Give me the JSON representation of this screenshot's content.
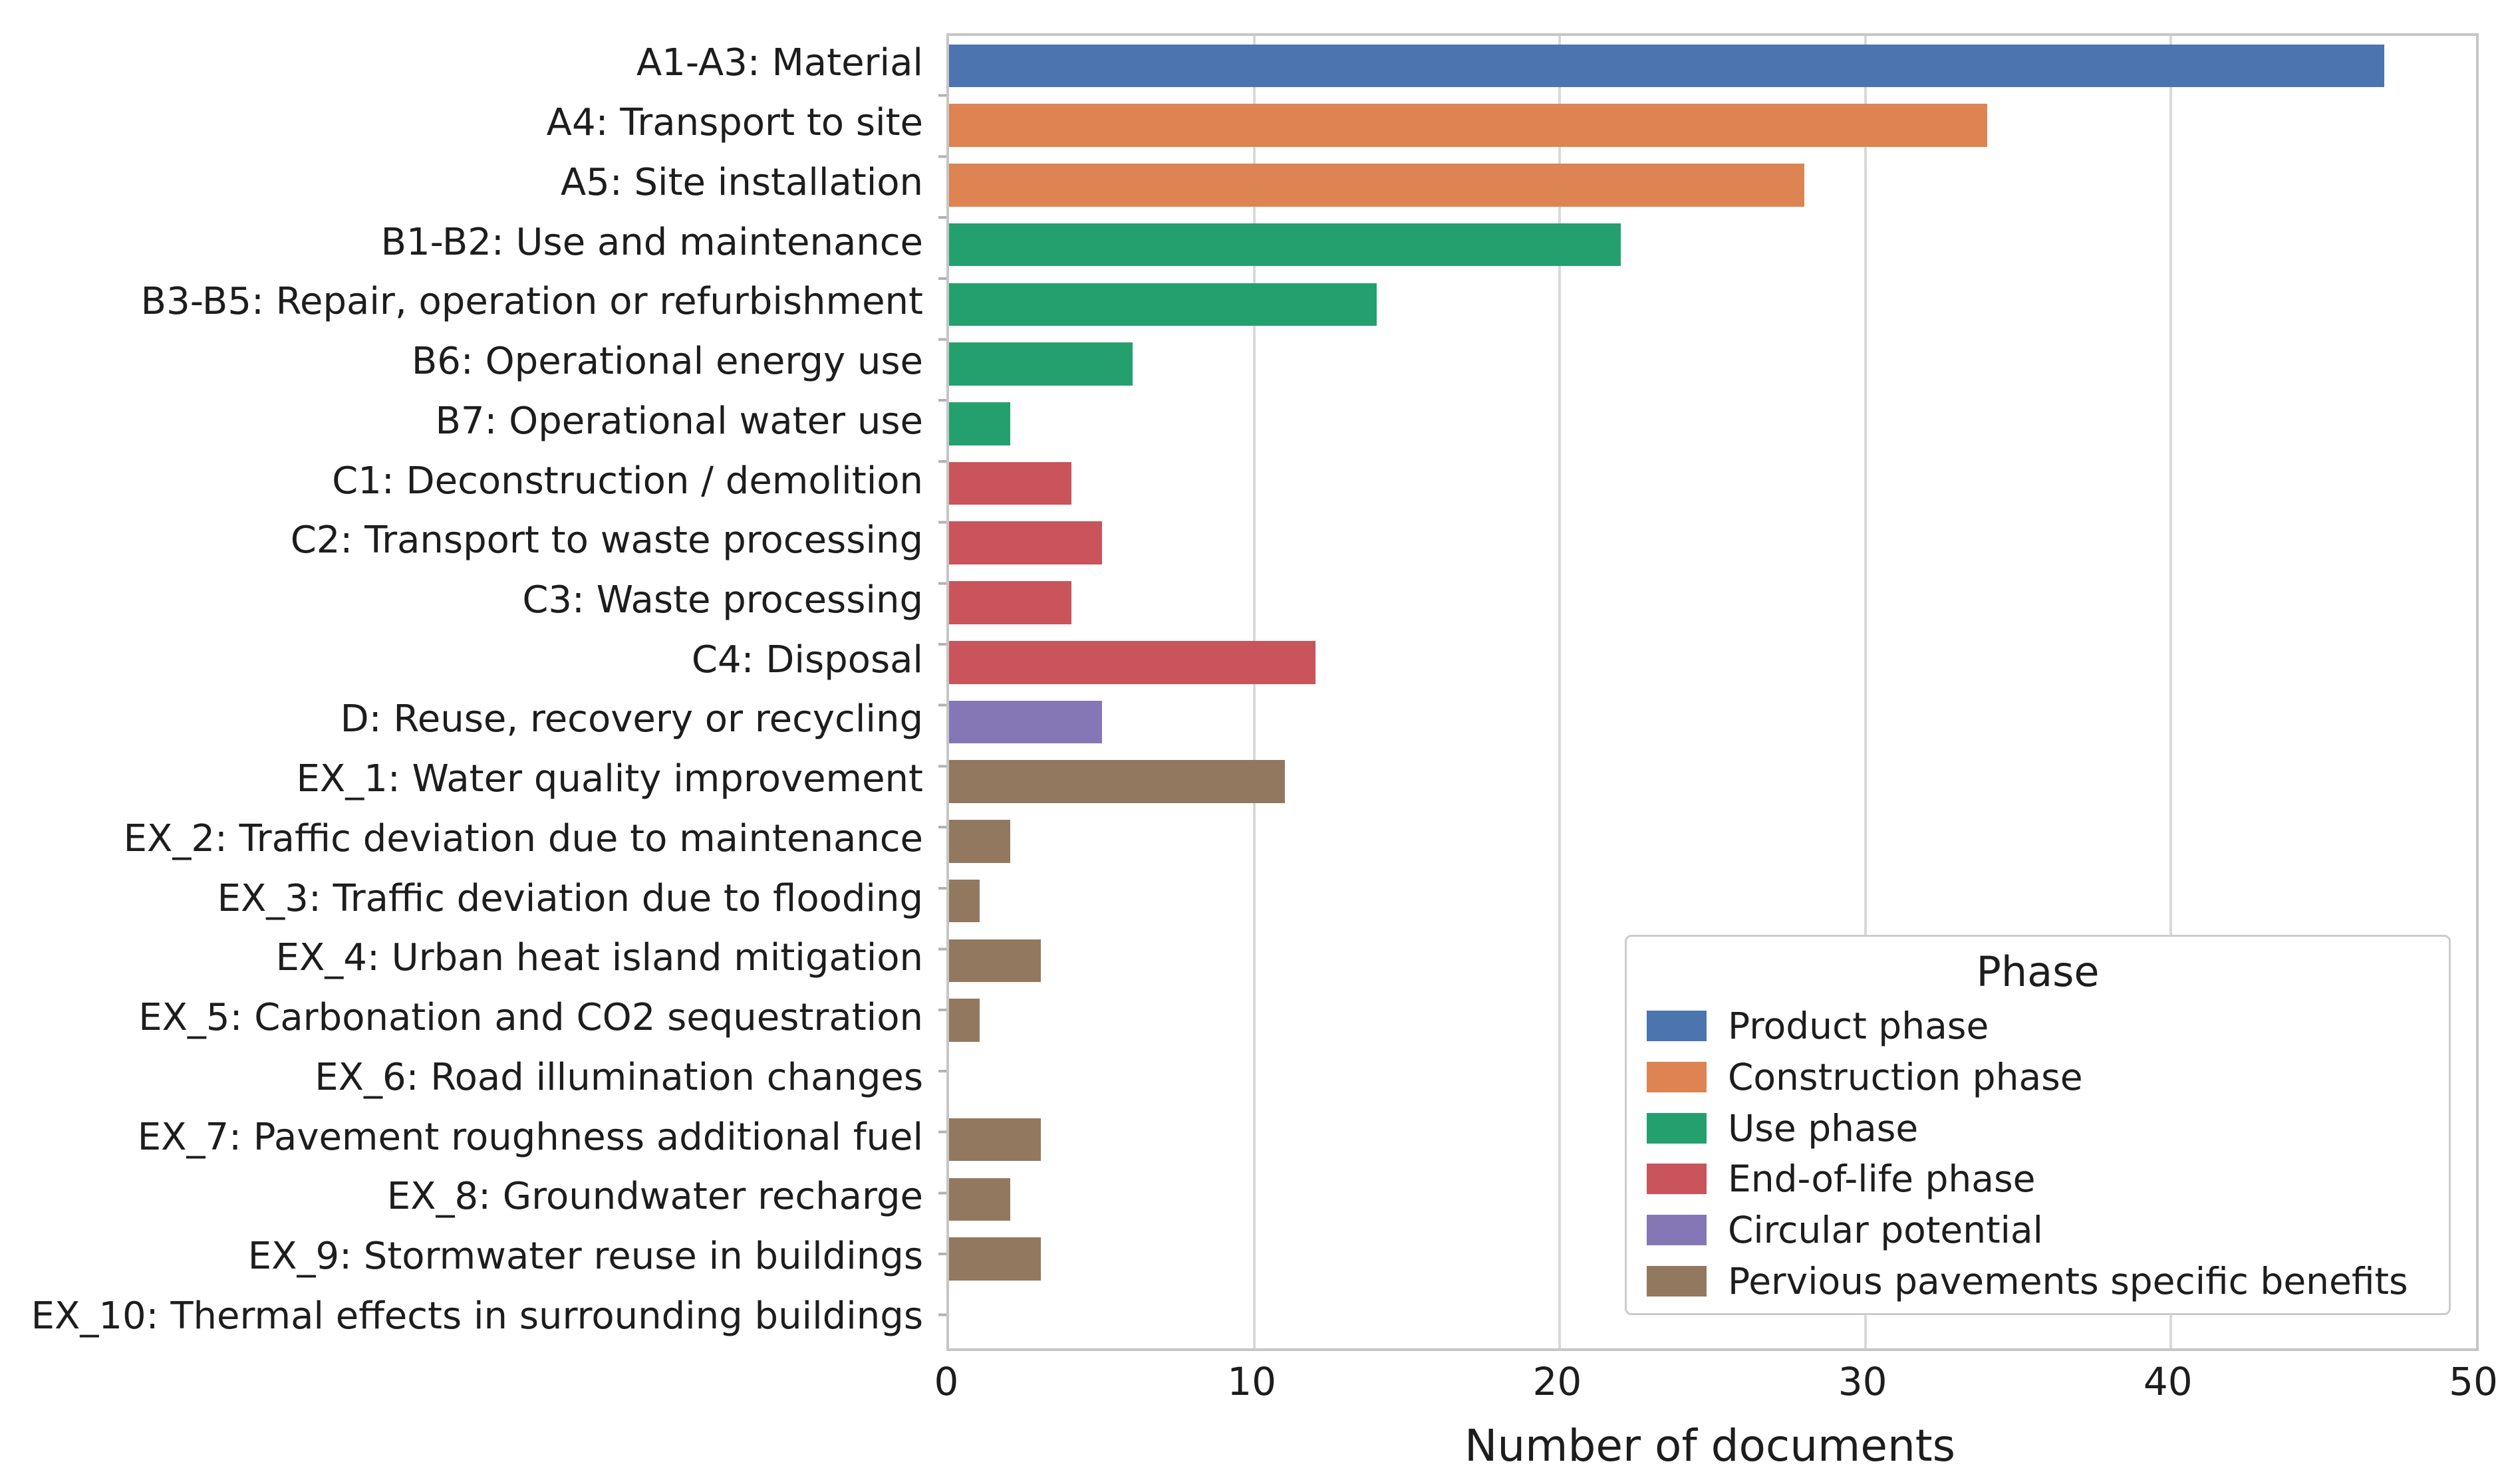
{
  "figure": {
    "background": "#ffffff",
    "text_color": "#1d1d1d",
    "grid_color": "#d9d9d9",
    "spine_color": "#c6c6c6"
  },
  "chart_data": {
    "type": "bar",
    "orientation": "horizontal",
    "xlabel": "Number of documents",
    "ylabel": "",
    "xlim": [
      0,
      50
    ],
    "xticks": [
      "0",
      "10",
      "20",
      "30",
      "40",
      "50"
    ],
    "grid": true,
    "palette": {
      "product": "#4C74AE",
      "construction": "#DD8452",
      "use": "#23A06E",
      "end_of_life": "#C9545B",
      "circular": "#8577B5",
      "pervious": "#937860"
    },
    "legend": {
      "title": "Phase",
      "position": "lower right",
      "entries": [
        {
          "label": "Product phase",
          "color": "#4C74AE"
        },
        {
          "label": "Construction phase",
          "color": "#DD8452"
        },
        {
          "label": "Use phase",
          "color": "#23A06E"
        },
        {
          "label": "End-of-life phase",
          "color": "#C9545B"
        },
        {
          "label": "Circular potential",
          "color": "#8577B5"
        },
        {
          "label": "Pervious pavements specific benefits",
          "color": "#937860"
        }
      ]
    },
    "rows": [
      {
        "label": "A1-A3: Material",
        "value": 47,
        "phase": "Product phase",
        "color": "#4C74AE"
      },
      {
        "label": "A4: Transport to site",
        "value": 34,
        "phase": "Construction phase",
        "color": "#DD8452"
      },
      {
        "label": "A5: Site installation",
        "value": 28,
        "phase": "Construction phase",
        "color": "#DD8452"
      },
      {
        "label": "B1-B2: Use and maintenance",
        "value": 22,
        "phase": "Use phase",
        "color": "#23A06E"
      },
      {
        "label": "B3-B5: Repair, operation or refurbishment",
        "value": 14,
        "phase": "Use phase",
        "color": "#23A06E"
      },
      {
        "label": "B6: Operational energy use",
        "value": 6,
        "phase": "Use phase",
        "color": "#23A06E"
      },
      {
        "label": "B7: Operational water use",
        "value": 2,
        "phase": "Use phase",
        "color": "#23A06E"
      },
      {
        "label": "C1: Deconstruction / demolition",
        "value": 4,
        "phase": "End-of-life phase",
        "color": "#C9545B"
      },
      {
        "label": "C2: Transport to waste processing",
        "value": 5,
        "phase": "End-of-life phase",
        "color": "#C9545B"
      },
      {
        "label": "C3: Waste processing",
        "value": 4,
        "phase": "End-of-life phase",
        "color": "#C9545B"
      },
      {
        "label": "C4: Disposal",
        "value": 12,
        "phase": "End-of-life phase",
        "color": "#C9545B"
      },
      {
        "label": "D: Reuse, recovery or recycling",
        "value": 5,
        "phase": "Circular potential",
        "color": "#8577B5"
      },
      {
        "label": "EX_1: Water quality improvement",
        "value": 11,
        "phase": "Pervious pavements specific benefits",
        "color": "#937860"
      },
      {
        "label": "EX_2: Traffic deviation due to maintenance",
        "value": 2,
        "phase": "Pervious pavements specific benefits",
        "color": "#937860"
      },
      {
        "label": "EX_3: Traffic deviation due to flooding",
        "value": 1,
        "phase": "Pervious pavements specific benefits",
        "color": "#937860"
      },
      {
        "label": "EX_4: Urban heat island mitigation",
        "value": 3,
        "phase": "Pervious pavements specific benefits",
        "color": "#937860"
      },
      {
        "label": "EX_5: Carbonation and CO2 sequestration",
        "value": 1,
        "phase": "Pervious pavements specific benefits",
        "color": "#937860"
      },
      {
        "label": "EX_6: Road illumination changes",
        "value": 0,
        "phase": "Pervious pavements specific benefits",
        "color": "#937860"
      },
      {
        "label": "EX_7: Pavement roughness additional fuel",
        "value": 3,
        "phase": "Pervious pavements specific benefits",
        "color": "#937860"
      },
      {
        "label": "EX_8: Groundwater recharge",
        "value": 2,
        "phase": "Pervious pavements specific benefits",
        "color": "#937860"
      },
      {
        "label": "EX_9: Stormwater reuse in buildings",
        "value": 3,
        "phase": "Pervious pavements specific benefits",
        "color": "#937860"
      },
      {
        "label": "EX_10: Thermal effects in surrounding buildings",
        "value": 0,
        "phase": "Pervious pavements specific benefits",
        "color": "#937860"
      }
    ]
  }
}
